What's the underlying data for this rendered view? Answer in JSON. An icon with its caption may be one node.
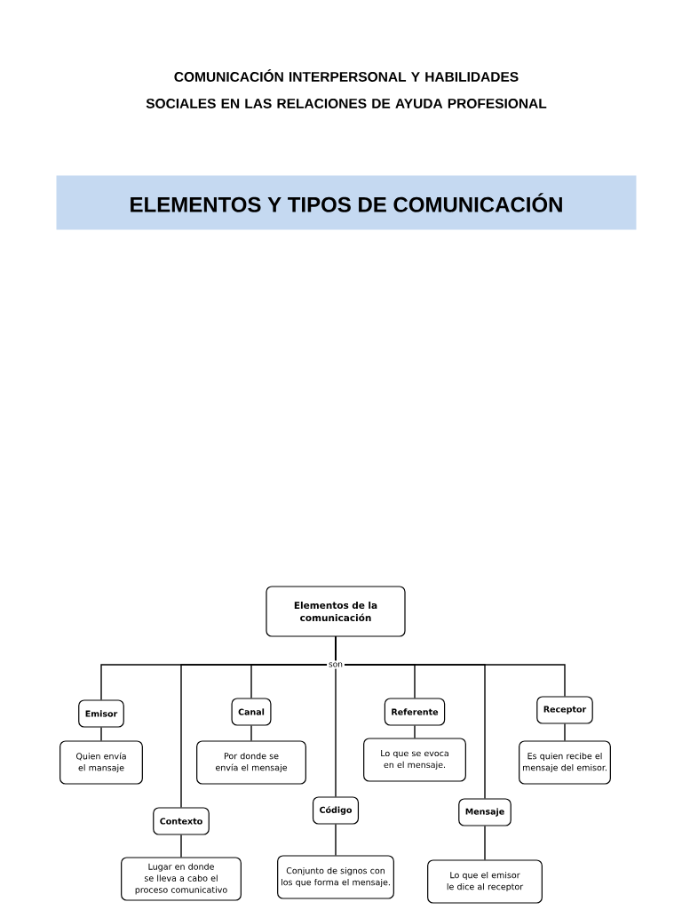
{
  "diagram": {
    "title": "COMUNICACIÓN INTERPERSONAL Y HABILIDADES SOCIALES EN LAS RELACIONES DE AYUDA PROFESIONAL",
    "nodes": [
      {
        "text": [
          "ELEMENTOS Y TIPOS DE COMUNICACIÓN"
        ]
      },
      {
        "text": [
          "Elementos de la comunicación"
        ]
      },
      {
        "text": [
          "Emisor"
        ]
      },
      {
        "text": [
          "Quien envía el mansaje"
        ]
      },
      {
        "text": [
          "Canal"
        ]
      },
      {
        "text": [
          "Por donde se envía el mensaje"
        ]
      },
      {
        "text": [
          "Referente"
        ]
      },
      {
        "text": [
          "Lo que se evoca en el mensaje."
        ]
      },
      {
        "text": [
          "Receptor"
        ]
      },
      {
        "text": [
          "Es quien recibe el mensaje del emisor."
        ]
      },
      {
        "text": [
          "Contexto"
        ]
      },
      {
        "text": [
          "Lugar en donde se lleva a cabo el proceso comunicativo"
        ]
      },
      {
        "text": [
          "Código"
        ]
      },
      {
        "text": [
          "Conjunto de signos con los que forma el mensaje."
        ]
      },
      {
        "text": [
          "Mensaje"
        ]
      },
      {
        "text": [
          "Lo que el emisor le dice al receptor"
        ]
      }
    ],
    "edges": [
      {
        "from": 1,
        "to": 2,
        "arrow": "none"
      },
      {
        "from": 1,
        "to": 10,
        "arrow": "none"
      },
      {
        "from": 1,
        "to": 4,
        "arrow": "none"
      },
      {
        "from": 1,
        "to": 12,
        "arrow": "none",
        "label": "son"
      },
      {
        "from": 1,
        "to": 6,
        "arrow": "none"
      },
      {
        "from": 1,
        "to": 14,
        "arrow": "none"
      },
      {
        "from": 1,
        "to": 8,
        "arrow": "none"
      },
      {
        "from": 2,
        "to": 3,
        "arrow": "none"
      },
      {
        "from": 4,
        "to": 5,
        "arrow": "none"
      },
      {
        "from": 6,
        "to": 7,
        "arrow": "none"
      },
      {
        "from": 8,
        "to": 9,
        "arrow": "none"
      },
      {
        "from": 10,
        "to": 11,
        "arrow": "none"
      },
      {
        "from": 12,
        "to": 13,
        "arrow": "none"
      },
      {
        "from": 14,
        "to": 15,
        "arrow": "none"
      }
    ]
  }
}
